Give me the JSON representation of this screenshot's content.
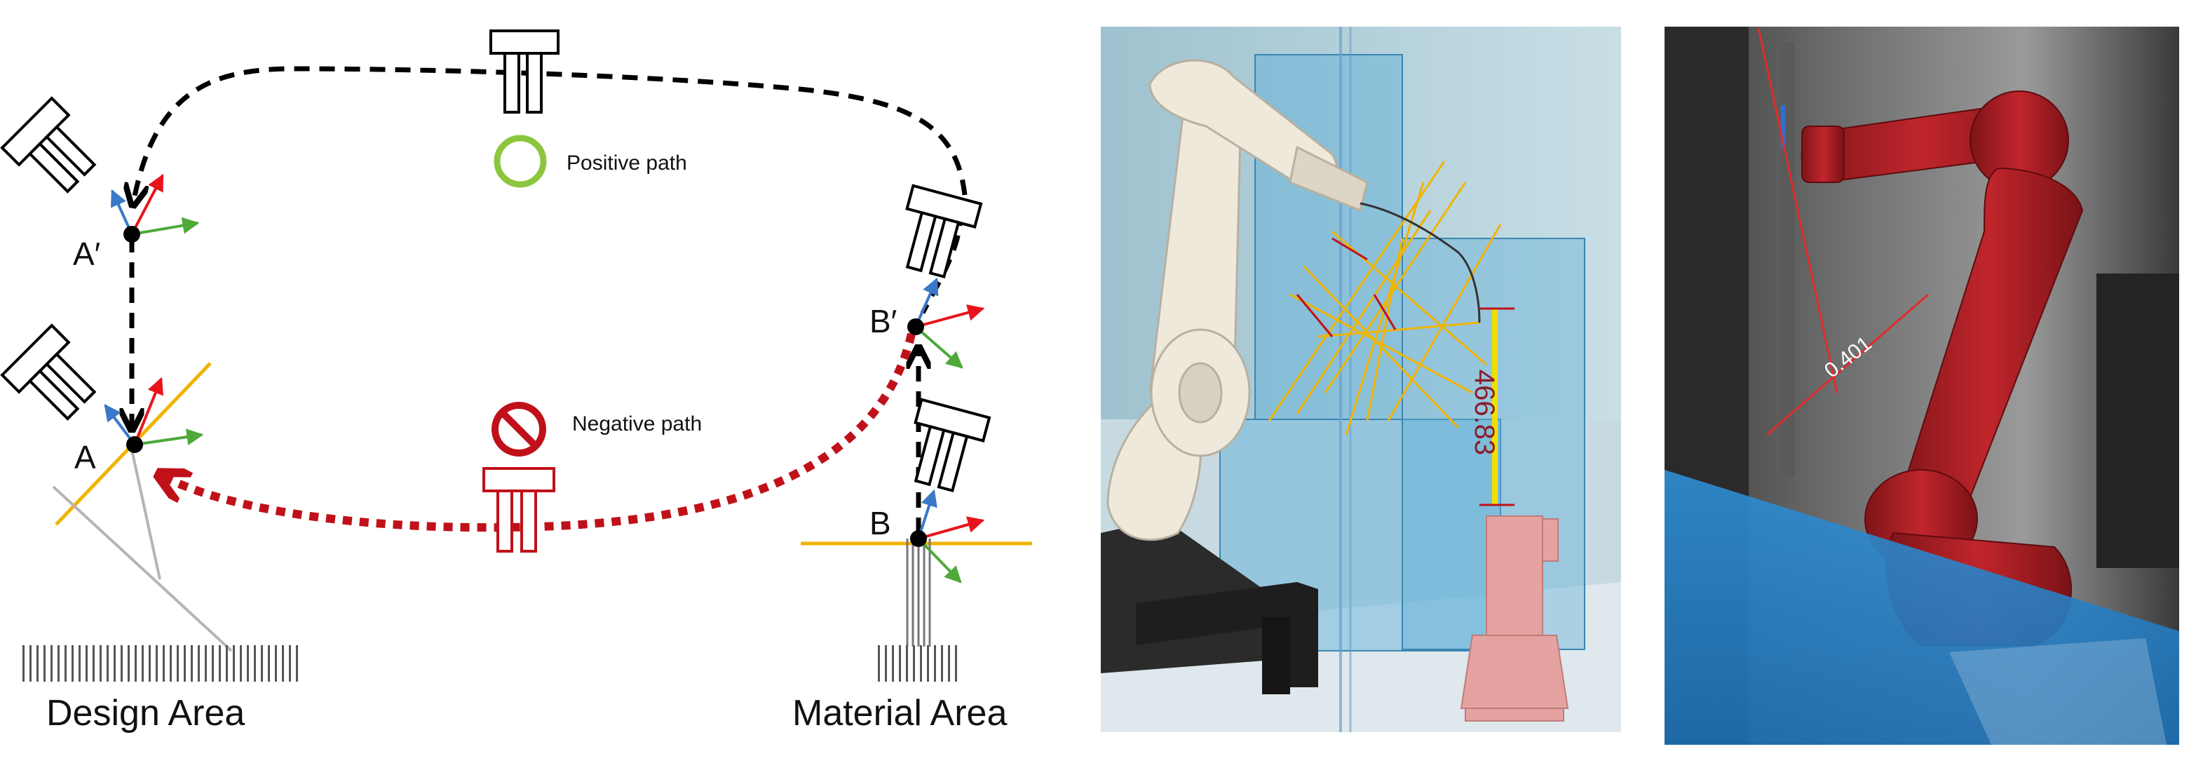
{
  "diagram": {
    "points": {
      "a_prime": "A′",
      "a": "A",
      "b_prime": "B′",
      "b": "B"
    },
    "legend": {
      "positive": "Positive path",
      "negative": "Negative path"
    },
    "areas": {
      "design": "Design Area",
      "material": "Material Area"
    }
  },
  "simulation": {
    "measurement": "466.83"
  },
  "ar_view": {
    "measurement": "0.401"
  },
  "colors": {
    "positive_path": "#000000",
    "negative_path": "#c0111a",
    "positive_marker": "#8cc63f",
    "negative_marker": "#c0111a",
    "axis_x": "#e8141b",
    "axis_y": "#4fa83a",
    "axis_z": "#3a78c8",
    "surface_line": "#f0b400",
    "robot_sim": "#efe9dc",
    "robot_ar": "#b3262b"
  }
}
